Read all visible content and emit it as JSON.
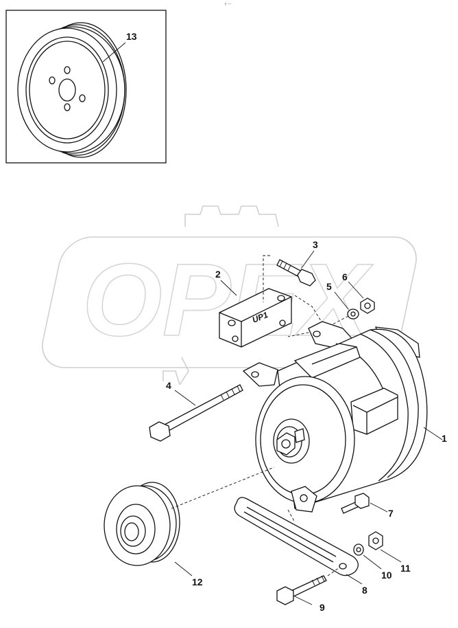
{
  "header_mark": "r --",
  "callouts": {
    "c1": "1",
    "c2": "2",
    "c3": "3",
    "c4": "4",
    "c5": "5",
    "c6": "6",
    "c7": "7",
    "c8": "8",
    "c9": "9",
    "c10": "10",
    "c11": "11",
    "c12": "12",
    "c13": "13"
  },
  "watermark_text": "OPEX",
  "bracket_marking": "UP1"
}
